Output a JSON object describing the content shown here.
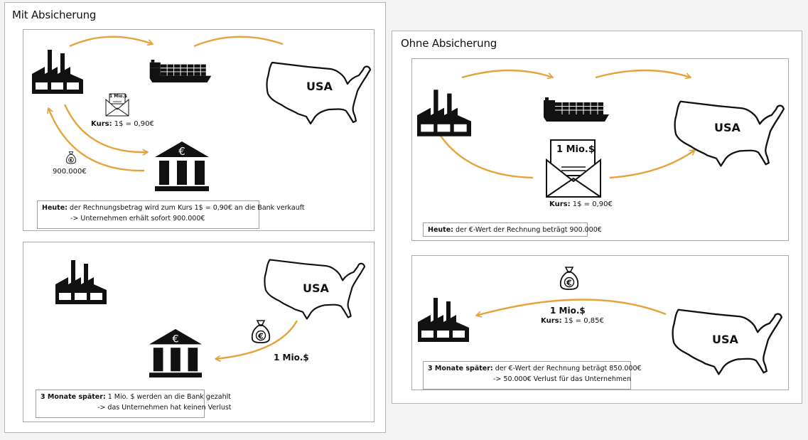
{
  "colors": {
    "arrow": "#e4a33b",
    "ink": "#111111",
    "frame_border": "#b5b5b5",
    "background": "#f3f3f3"
  },
  "left": {
    "title": "Mit Absicherung",
    "top_panel": {
      "country": "USA",
      "invoice_label": "1 Mio.$",
      "rate_label": "Kurs:",
      "rate_value": "1$ = 0,90€",
      "payout": "900.000€",
      "note_bold": "Heute:",
      "note_line1": "der Rechnungsbetrag wird zum Kurs 1$ = 0,90€ an die Bank verkauft",
      "note_line2": "-> Unternehmen erhält sofort 900.000€",
      "icons": [
        "factory-icon",
        "ship-icon",
        "usa-map-icon",
        "invoice-envelope-icon",
        "money-bag-euro-icon",
        "bank-euro-icon"
      ]
    },
    "bottom_panel": {
      "country": "USA",
      "amount": "1 Mio.$",
      "note_bold": "3 Monate später:",
      "note_line1": "1 Mio. $ werden an die Bank gezahlt",
      "note_line2": "-> das Unternehmen hat keinen Verlust",
      "icons": [
        "factory-icon",
        "usa-map-icon",
        "money-bag-euro-icon",
        "bank-euro-icon"
      ]
    }
  },
  "right": {
    "title": "Ohne Absicherung",
    "top_panel": {
      "country": "USA",
      "invoice_label": "1 Mio.$",
      "rate_label": "Kurs:",
      "rate_value": "1$ = 0,90€",
      "note_bold": "Heute:",
      "note_line1": "der €-Wert der Rechnung beträgt 900.000€",
      "icons": [
        "factory-icon",
        "ship-icon",
        "usa-map-icon",
        "invoice-envelope-icon"
      ]
    },
    "bottom_panel": {
      "country": "USA",
      "amount": "1 Mio.$",
      "rate_label": "Kurs:",
      "rate_value": "1$ = 0,85€",
      "note_bold": "3 Monate später:",
      "note_line1": "der €-Wert der Rechnung beträgt 850.000€",
      "note_line2": "-> 50.000€ Verlust für das Unternehmen",
      "icons": [
        "factory-icon",
        "usa-map-icon",
        "money-bag-euro-icon"
      ]
    }
  }
}
